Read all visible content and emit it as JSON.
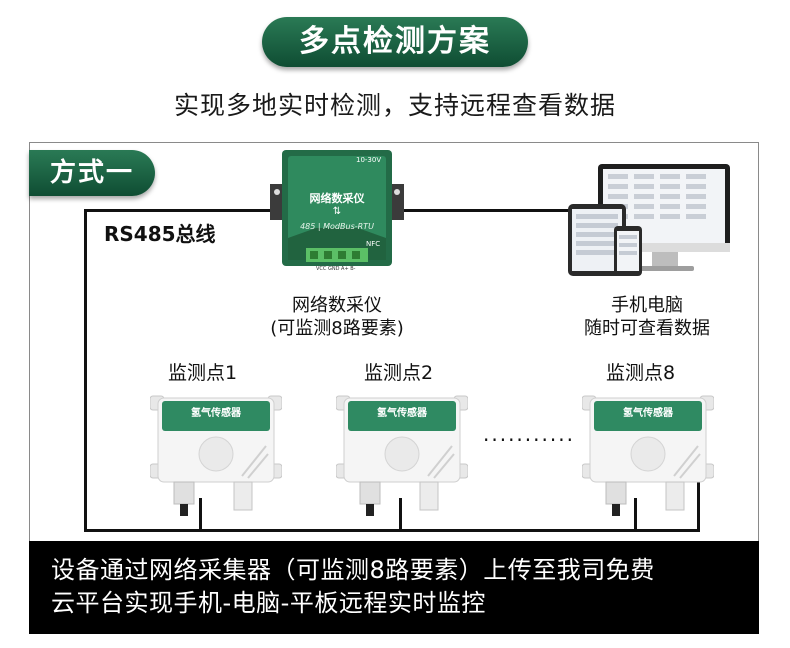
{
  "header": {
    "title": "多点检测方案",
    "subtitle": "实现多地实时检测，支持远程查看数据"
  },
  "diagram": {
    "method_tag": "方式一",
    "bus_label": "RS485总线",
    "device": {
      "name_line1": "网络数采仪",
      "name_line2": "(可监测8路要素)",
      "panel_title": "网络数采仪",
      "panel_protocol": "485 | ModBus-RTU",
      "panel_voltage": "10-30V",
      "panel_nfc": "NFC",
      "panel_terminals": "VCC GND A+ B-"
    },
    "client": {
      "line1": "手机电脑",
      "line2": "随时可查看数据"
    },
    "points": [
      {
        "label": "监测点1",
        "sensor_title": "氢气传感器"
      },
      {
        "label": "监测点2",
        "sensor_title": "氢气传感器"
      },
      {
        "label": "监测点8",
        "sensor_title": "氢气传感器"
      }
    ],
    "ellipsis": "···········"
  },
  "footer": {
    "line1": "设备通过网络采集器（可监测8路要素）上传至我司免费",
    "line2": "云平台实现手机-电脑-平板远程实时监控"
  },
  "colors": {
    "brand_green": "#1a6342",
    "sensor_green": "#2f8a62",
    "background": "#ffffff",
    "footer_bg": "#000000"
  }
}
